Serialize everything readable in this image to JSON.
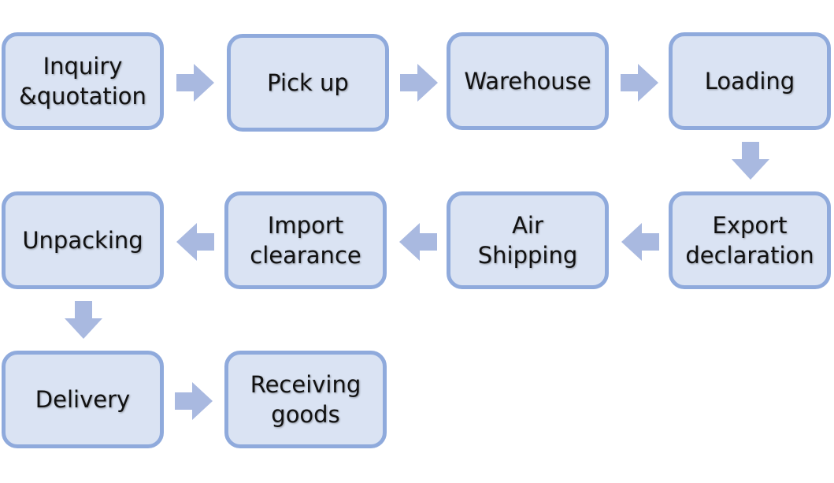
{
  "colors": {
    "box_fill": "#dae3f3",
    "box_border": "#8faadc",
    "arrow": "#a9b9e0",
    "text": "#111111"
  },
  "steps": [
    {
      "id": "inquiry",
      "label": "Inquiry\n&quotation"
    },
    {
      "id": "pickup",
      "label": "Pick up"
    },
    {
      "id": "warehouse",
      "label": "Warehouse"
    },
    {
      "id": "loading",
      "label": "Loading"
    },
    {
      "id": "export",
      "label": "Export\ndeclaration"
    },
    {
      "id": "air",
      "label": "Air\nShipping"
    },
    {
      "id": "import",
      "label": "Import\nclearance"
    },
    {
      "id": "unpacking",
      "label": "Unpacking"
    },
    {
      "id": "delivery",
      "label": "Delivery"
    },
    {
      "id": "receiving",
      "label": "Receiving\ngoods"
    }
  ]
}
